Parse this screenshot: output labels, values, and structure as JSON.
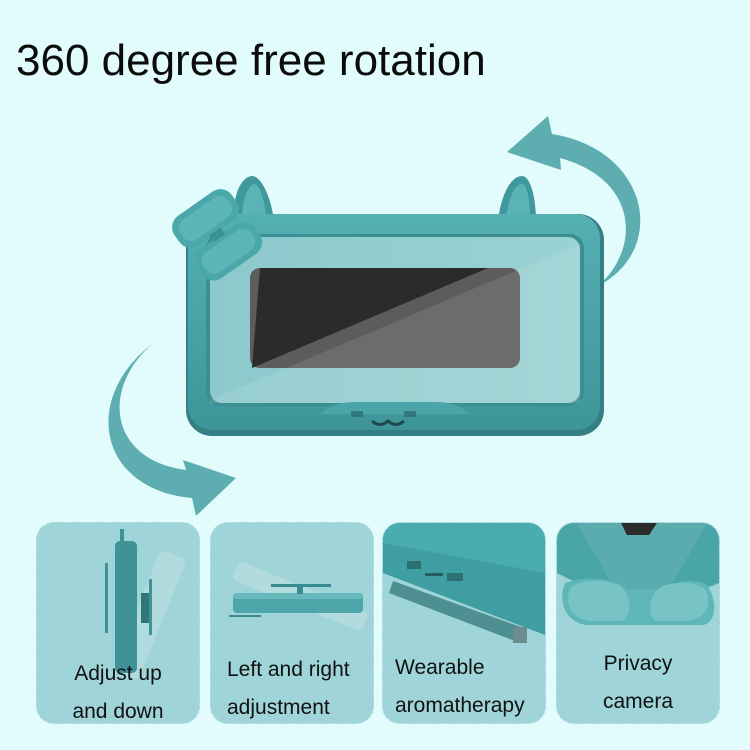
{
  "headline": "360 degree free rotation",
  "colors": {
    "background": "#e2fbfc",
    "device": "#4aa5a8",
    "arrow": "#5eaeb1",
    "card": "#9fd4d8",
    "screen_dark": "#2b2b2b",
    "screen_gray": "#5c5c5c"
  },
  "hero": {
    "device_icon": "phone-holder-cat-ears",
    "arrow_top_right": "rotate-arrow-counterclockwise",
    "arrow_bottom_left": "rotate-arrow-clockwise"
  },
  "features": [
    {
      "line1": "Adjust up",
      "line2": "and down",
      "icon": "tilt-vertical"
    },
    {
      "line1": "Left and right",
      "line2": "adjustment",
      "icon": "tilt-horizontal"
    },
    {
      "line1": "Wearable",
      "line2": "aromatherapy",
      "icon": "aroma-clip"
    },
    {
      "line1": "Privacy",
      "line2": "camera",
      "icon": "privacy-glasses"
    }
  ]
}
